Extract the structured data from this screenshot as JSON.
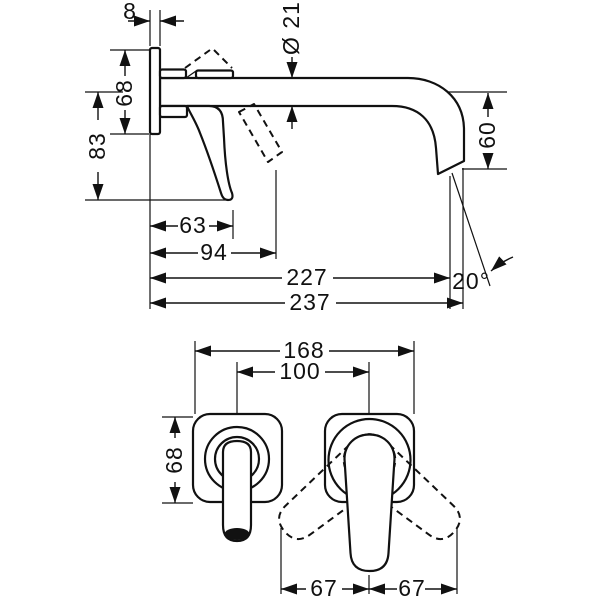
{
  "drawing_type": "technical-dimension-drawing",
  "colors": {
    "ink": "#111111",
    "paper": "#ffffff"
  },
  "side_view": {
    "dims": {
      "plate_thickness": "8",
      "spout_diameter": "Ø 21",
      "escutcheon_height": "68",
      "spout_axis_to_handle_end": "83",
      "handle_closed_projection": "63",
      "handle_open_projection": "94",
      "reach_to_outlet": "227",
      "total_reach": "237",
      "outlet_drop": "60",
      "stream_angle": "20°"
    }
  },
  "front_view": {
    "dims": {
      "overall_width": "168",
      "centres_distance": "100",
      "escutcheon_height": "68",
      "handle_swing_left": "67",
      "handle_swing_right": "67"
    }
  }
}
